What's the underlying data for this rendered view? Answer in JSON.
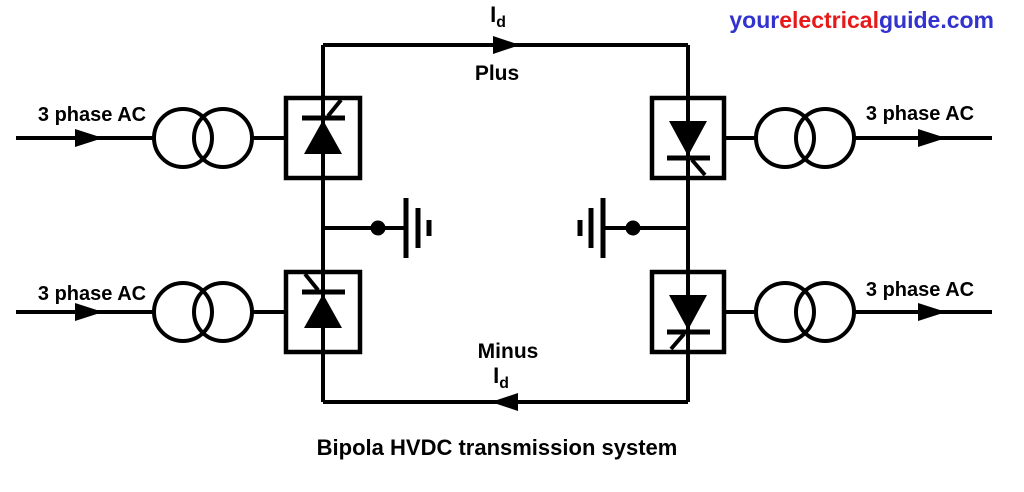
{
  "colors": {
    "background": "#ffffff",
    "line": "#000000",
    "text": "#000000",
    "logo_blue": "#3232cf",
    "logo_red": "#e61a1a"
  },
  "logo": {
    "part1": "your",
    "part2": "electrical",
    "part3": "guide.com"
  },
  "diagram": {
    "current_top": {
      "symbol": "I",
      "sub": "d"
    },
    "current_bottom": {
      "symbol": "I",
      "sub": "d"
    },
    "pole_top": "Plus",
    "pole_bottom": "Minus",
    "ac_top_left": "3 phase AC",
    "ac_bottom_left": "3 phase AC",
    "ac_top_right": "3 phase AC",
    "ac_bottom_right": "3 phase AC",
    "caption": "Bipola HVDC transmission system"
  },
  "icons": {
    "converter-valve-icon": "thyristor (filled triangle with cathode bar and gate lead) inside square box",
    "transformer-icon": "two overlapping circles",
    "earth-electrode-icon": "three parallel bars of decreasing length",
    "junction-dot-icon": "filled circle on conductor",
    "flow-arrow-icon": "filled solid arrowhead on line"
  }
}
